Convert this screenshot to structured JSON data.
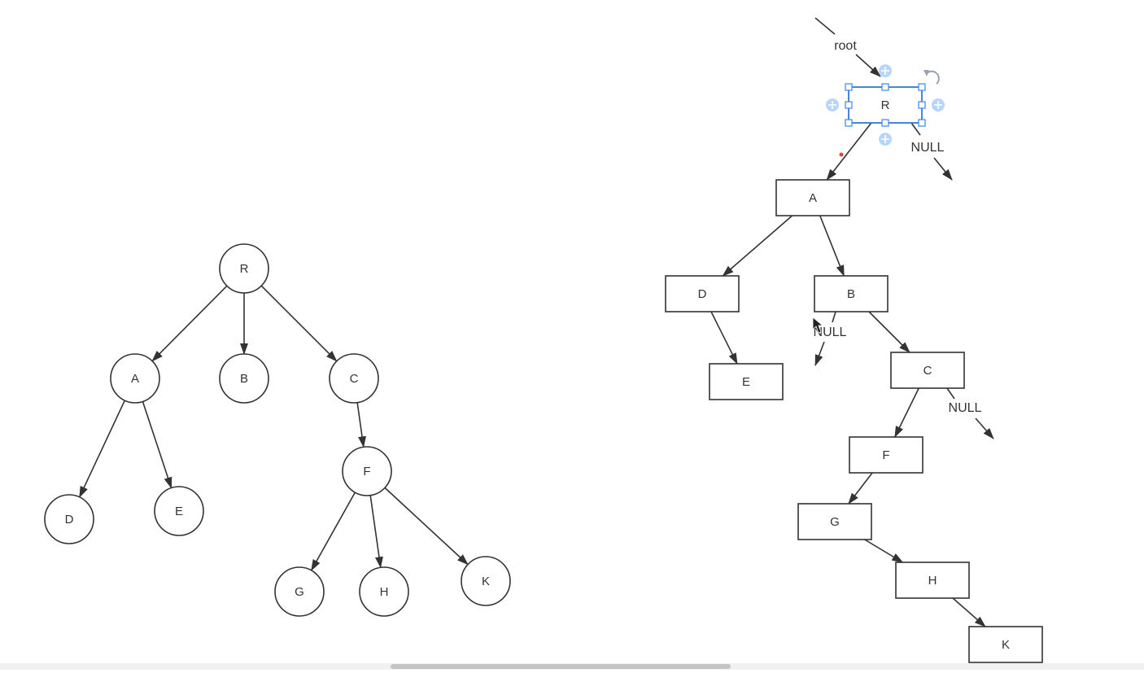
{
  "colors": {
    "stroke": "#333333",
    "fill": "#ffffff",
    "selection": "#3e87e6",
    "selection_handle_fill": "#ffffff",
    "connector_point": "#b7d6ff",
    "rotate_icon": "#9aa3ad",
    "anchor_dot": "#e0463f"
  },
  "general_tree": {
    "nodes": [
      {
        "id": "gR",
        "label": "R"
      },
      {
        "id": "gA",
        "label": "A"
      },
      {
        "id": "gB",
        "label": "B"
      },
      {
        "id": "gC",
        "label": "C"
      },
      {
        "id": "gD",
        "label": "D"
      },
      {
        "id": "gE",
        "label": "E"
      },
      {
        "id": "gF",
        "label": "F"
      },
      {
        "id": "gG",
        "label": "G"
      },
      {
        "id": "gH",
        "label": "H"
      },
      {
        "id": "gK",
        "label": "K"
      }
    ],
    "edges": [
      {
        "from": "gR",
        "to": "gA"
      },
      {
        "from": "gR",
        "to": "gB"
      },
      {
        "from": "gR",
        "to": "gC"
      },
      {
        "from": "gA",
        "to": "gD"
      },
      {
        "from": "gA",
        "to": "gE"
      },
      {
        "from": "gC",
        "to": "gF"
      },
      {
        "from": "gF",
        "to": "gG"
      },
      {
        "from": "gF",
        "to": "gH"
      },
      {
        "from": "gF",
        "to": "gK"
      }
    ]
  },
  "binary_tree": {
    "root_label": "root",
    "null_label": "NULL",
    "selected_node": "bR",
    "nodes": [
      {
        "id": "bR",
        "label": "R"
      },
      {
        "id": "bA",
        "label": "A"
      },
      {
        "id": "bD",
        "label": "D"
      },
      {
        "id": "bB",
        "label": "B"
      },
      {
        "id": "bE",
        "label": "E"
      },
      {
        "id": "bC",
        "label": "C"
      },
      {
        "id": "bF",
        "label": "F"
      },
      {
        "id": "bG",
        "label": "G"
      },
      {
        "id": "bH",
        "label": "H"
      },
      {
        "id": "bK",
        "label": "K"
      }
    ],
    "edges": [
      {
        "from": "bR",
        "to": "bA"
      },
      {
        "from": "bA",
        "to": "bD"
      },
      {
        "from": "bA",
        "to": "bB"
      },
      {
        "from": "bD",
        "to": "bE"
      },
      {
        "from": "bB",
        "to": "bC"
      },
      {
        "from": "bC",
        "to": "bF"
      },
      {
        "from": "bF",
        "to": "bG"
      },
      {
        "from": "bG",
        "to": "bH"
      },
      {
        "from": "bH",
        "to": "bK"
      }
    ],
    "null_pointers": [
      {
        "id": "null-R",
        "from": "bR"
      },
      {
        "id": "null-B",
        "from": "bB"
      },
      {
        "id": "null-C",
        "from": "bC"
      }
    ]
  }
}
